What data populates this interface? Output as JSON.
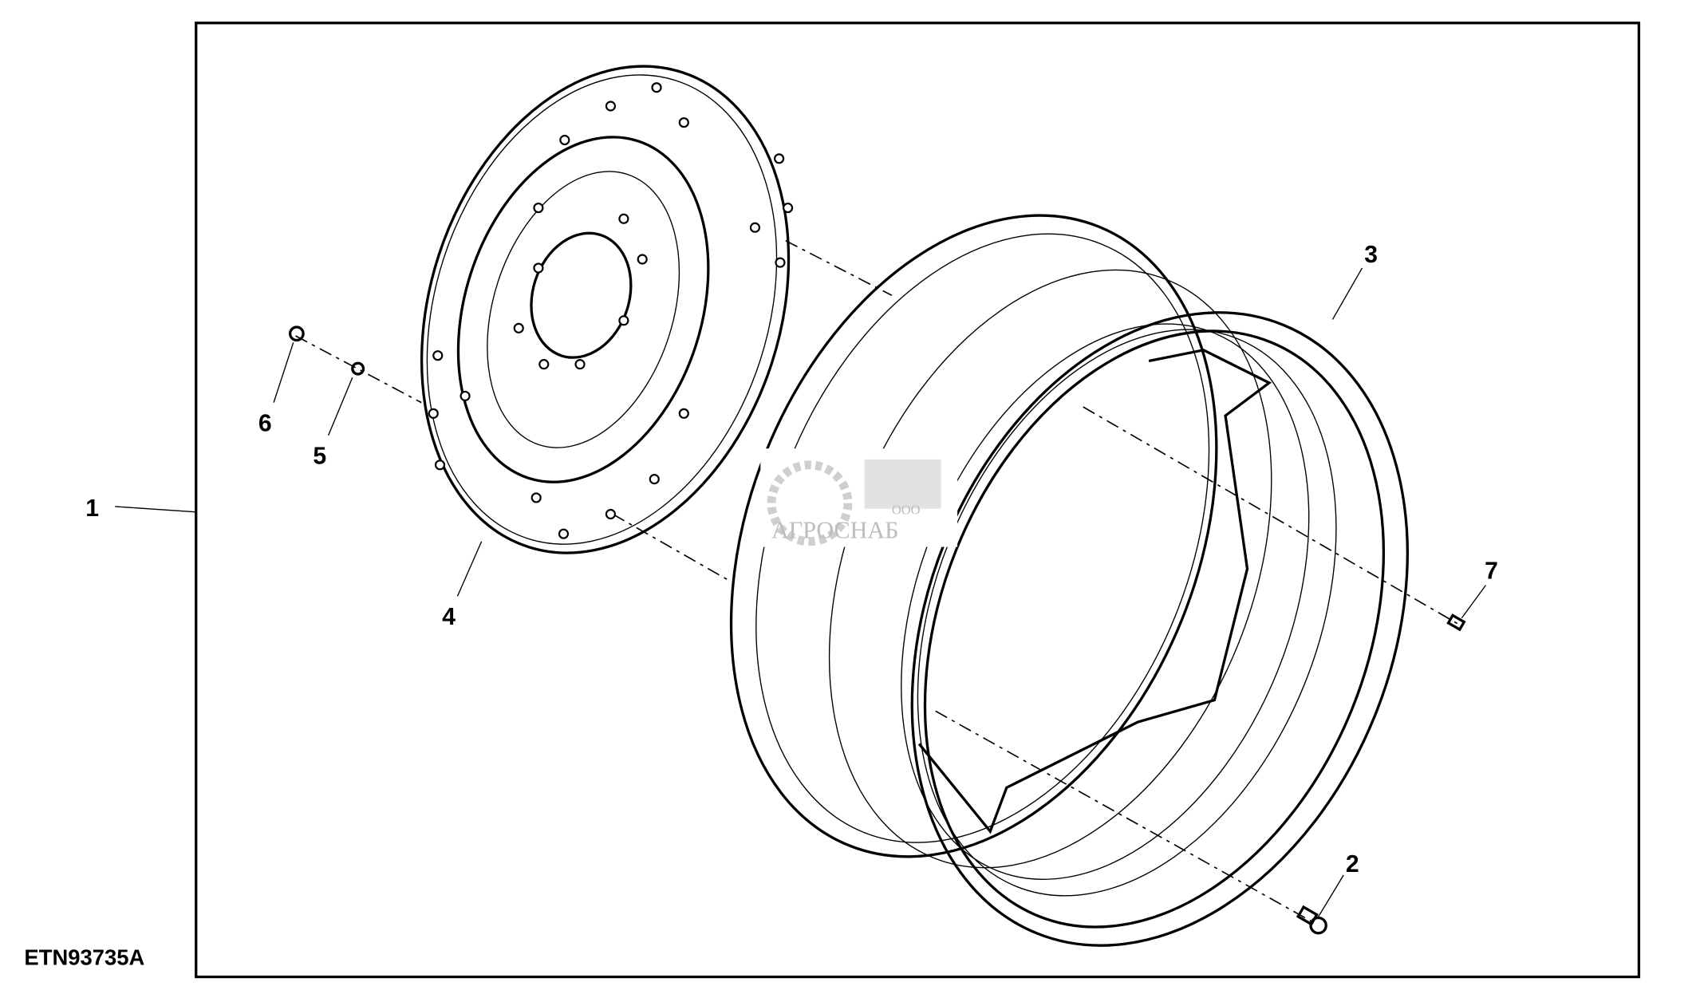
{
  "figure_id": "ETN93735A",
  "callouts": [
    "1",
    "2",
    "3",
    "4",
    "5",
    "6",
    "7"
  ],
  "watermark": {
    "prefix": "ООО",
    "name": "АГРОСНАБ"
  },
  "colors": {
    "line": "#000000",
    "watermark": "#bdbdbd"
  }
}
